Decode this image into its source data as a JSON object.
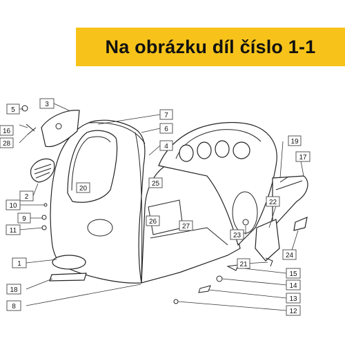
{
  "banner": {
    "text": "Na obrázku díl číslo 1-1",
    "color": "#f7c31a"
  },
  "callouts": [
    "1",
    "2",
    "3",
    "4",
    "5",
    "6",
    "7",
    "8",
    "9",
    "10",
    "11",
    "12",
    "13",
    "14",
    "15",
    "16",
    "17",
    "18",
    "19",
    "20",
    "21",
    "22",
    "23",
    "24",
    "25",
    "26",
    "27",
    "28"
  ]
}
